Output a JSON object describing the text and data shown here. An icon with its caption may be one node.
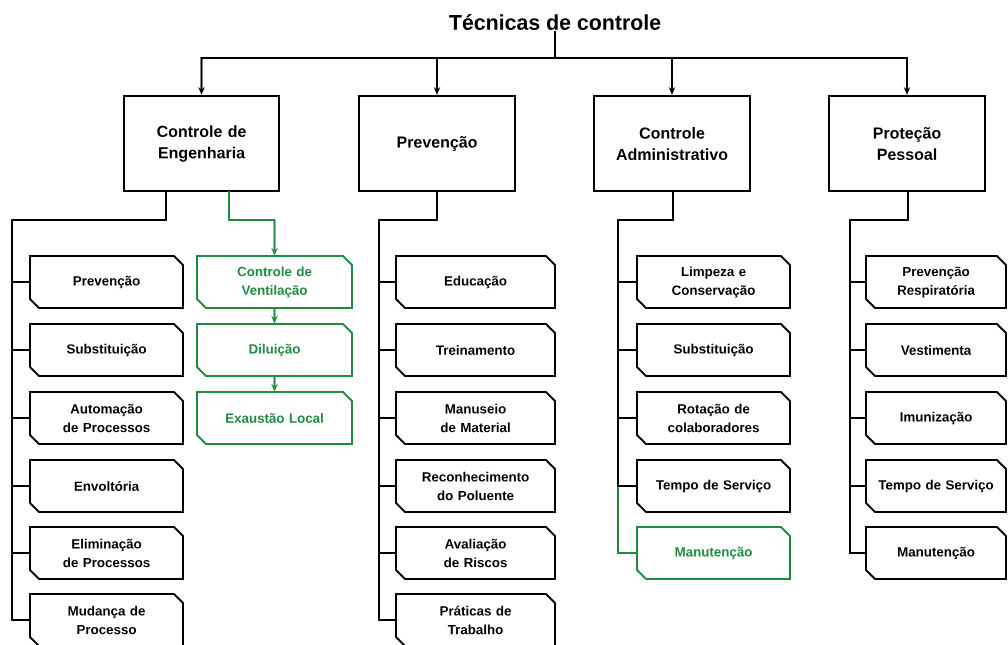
{
  "diagram": {
    "nodes": [
      {
        "text": [
          "Técnicas de controle"
        ]
      },
      {
        "text": [
          "Controle de Engenharia"
        ]
      },
      {
        "text": [
          "Prevenção"
        ]
      },
      {
        "text": [
          "Controle Administrativo"
        ]
      },
      {
        "text": [
          "Proteção Pessoal"
        ]
      },
      {
        "text": [
          "Prevenção"
        ]
      },
      {
        "text": [
          "Substituição"
        ]
      },
      {
        "text": [
          "Automação de Processos"
        ]
      },
      {
        "text": [
          "Envoltória"
        ]
      },
      {
        "text": [
          "Eliminação de Processos"
        ]
      },
      {
        "text": [
          "Mudança de Processo"
        ]
      },
      {
        "text": [
          "Controle de Ventilação"
        ]
      },
      {
        "text": [
          "Diluição"
        ]
      },
      {
        "text": [
          "Exaustão Local"
        ]
      },
      {
        "text": [
          "Educação"
        ]
      },
      {
        "text": [
          "Treinamento"
        ]
      },
      {
        "text": [
          "Manuseio de Material"
        ]
      },
      {
        "text": [
          "Reconhecimento do Poluente"
        ]
      },
      {
        "text": [
          "Avaliação de Riscos"
        ]
      },
      {
        "text": [
          "Práticas de Trabalho"
        ]
      },
      {
        "text": [
          "Limpeza e Conservação"
        ]
      },
      {
        "text": [
          "Substituição"
        ]
      },
      {
        "text": [
          "Rotação de colaboradores"
        ]
      },
      {
        "text": [
          "Tempo de Serviço"
        ]
      },
      {
        "text": [
          "Manutenção"
        ]
      },
      {
        "text": [
          "Prevenção Respiratória"
        ]
      },
      {
        "text": [
          "Vestimenta"
        ]
      },
      {
        "text": [
          "Imunização"
        ]
      },
      {
        "text": [
          "Tempo de Serviço"
        ]
      },
      {
        "text": [
          "Manutenção"
        ]
      }
    ],
    "edges": [
      {
        "from": 0,
        "to": 1,
        "arrow": "to"
      },
      {
        "from": 0,
        "to": 2,
        "arrow": "to"
      },
      {
        "from": 0,
        "to": 3,
        "arrow": "to"
      },
      {
        "from": 0,
        "to": 4,
        "arrow": "to"
      },
      {
        "from": 1,
        "to": 5,
        "arrow": "none"
      },
      {
        "from": 1,
        "to": 6,
        "arrow": "none"
      },
      {
        "from": 1,
        "to": 7,
        "arrow": "none"
      },
      {
        "from": 1,
        "to": 8,
        "arrow": "none"
      },
      {
        "from": 1,
        "to": 9,
        "arrow": "none"
      },
      {
        "from": 1,
        "to": 10,
        "arrow": "none"
      },
      {
        "from": 1,
        "to": 11,
        "arrow": "to",
        "color": "#1e8c3e"
      },
      {
        "from": 11,
        "to": 12,
        "arrow": "to",
        "color": "#1e8c3e"
      },
      {
        "from": 12,
        "to": 13,
        "arrow": "to",
        "color": "#1e8c3e"
      },
      {
        "from": 2,
        "to": 14,
        "arrow": "none"
      },
      {
        "from": 2,
        "to": 15,
        "arrow": "none"
      },
      {
        "from": 2,
        "to": 16,
        "arrow": "none"
      },
      {
        "from": 2,
        "to": 17,
        "arrow": "none"
      },
      {
        "from": 2,
        "to": 18,
        "arrow": "none"
      },
      {
        "from": 2,
        "to": 19,
        "arrow": "none"
      },
      {
        "from": 3,
        "to": 20,
        "arrow": "none"
      },
      {
        "from": 3,
        "to": 21,
        "arrow": "none"
      },
      {
        "from": 3,
        "to": 22,
        "arrow": "none"
      },
      {
        "from": 3,
        "to": 23,
        "arrow": "none"
      },
      {
        "from": 3,
        "to": 24,
        "arrow": "none",
        "color": "#1e8c3e"
      },
      {
        "from": 4,
        "to": 25,
        "arrow": "none"
      },
      {
        "from": 4,
        "to": 26,
        "arrow": "none"
      },
      {
        "from": 4,
        "to": 27,
        "arrow": "none"
      },
      {
        "from": 4,
        "to": 28,
        "arrow": "none"
      },
      {
        "from": 4,
        "to": 29,
        "arrow": "none"
      }
    ]
  }
}
